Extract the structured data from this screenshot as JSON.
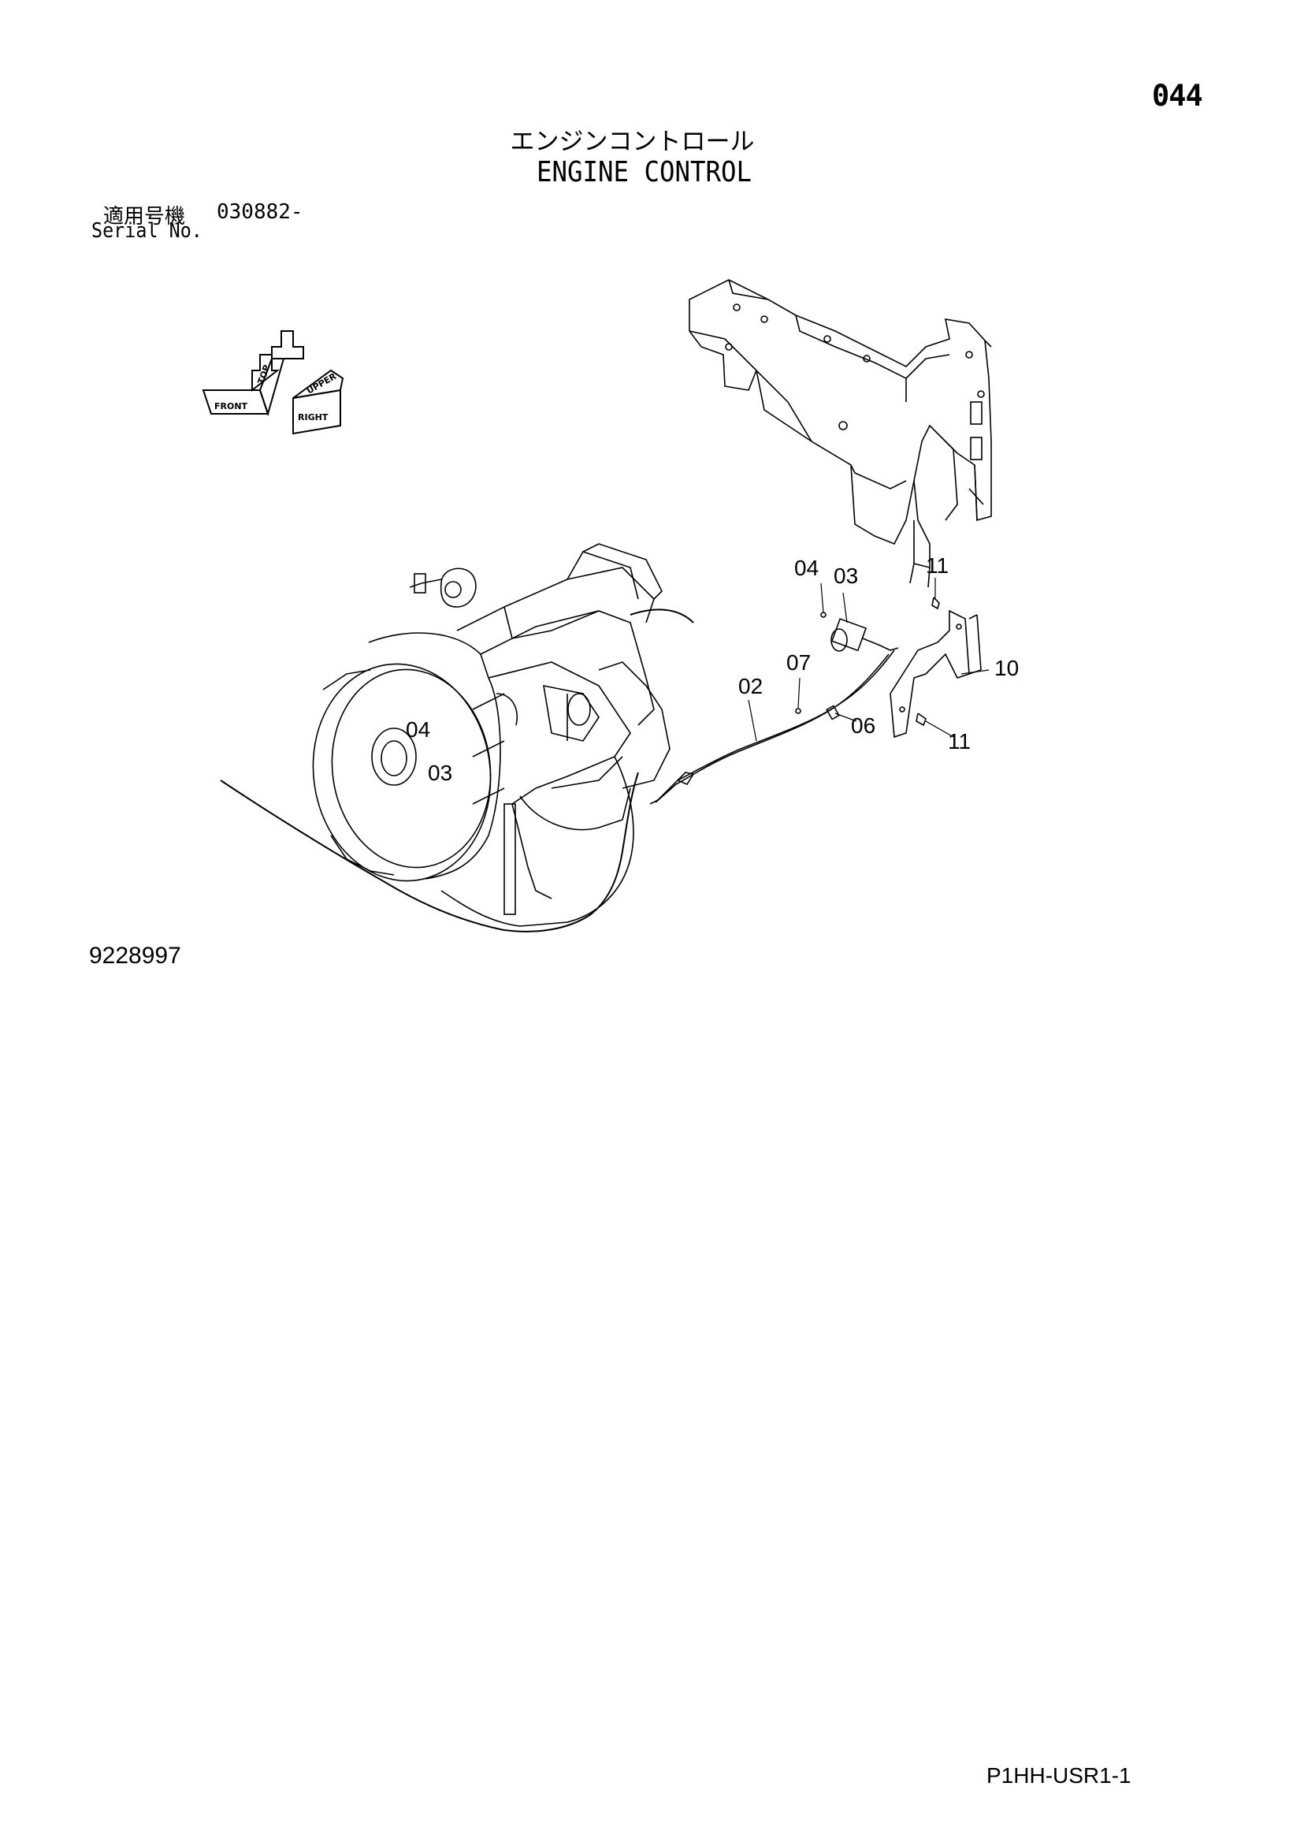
{
  "page_number": "044",
  "title_jp": "エンジンコントロール",
  "title_en": "ENGINE CONTROL",
  "serial": {
    "label_jp": "適用号機",
    "range": "030882-",
    "label_en": "Serial No."
  },
  "drawing_number": "9228997",
  "footer_code": "P1HH-USR1-1",
  "orientation": {
    "front": "FRONT",
    "right": "RIGHT",
    "top": "TOP",
    "upper": "UPPER"
  },
  "callouts": {
    "c04_top": "04",
    "c03_top": "03",
    "c11_top": "11",
    "c07": "07",
    "c02": "02",
    "c10": "10",
    "c06": "06",
    "c11_bottom": "11",
    "c04_engine": "04",
    "c03_engine": "03"
  }
}
